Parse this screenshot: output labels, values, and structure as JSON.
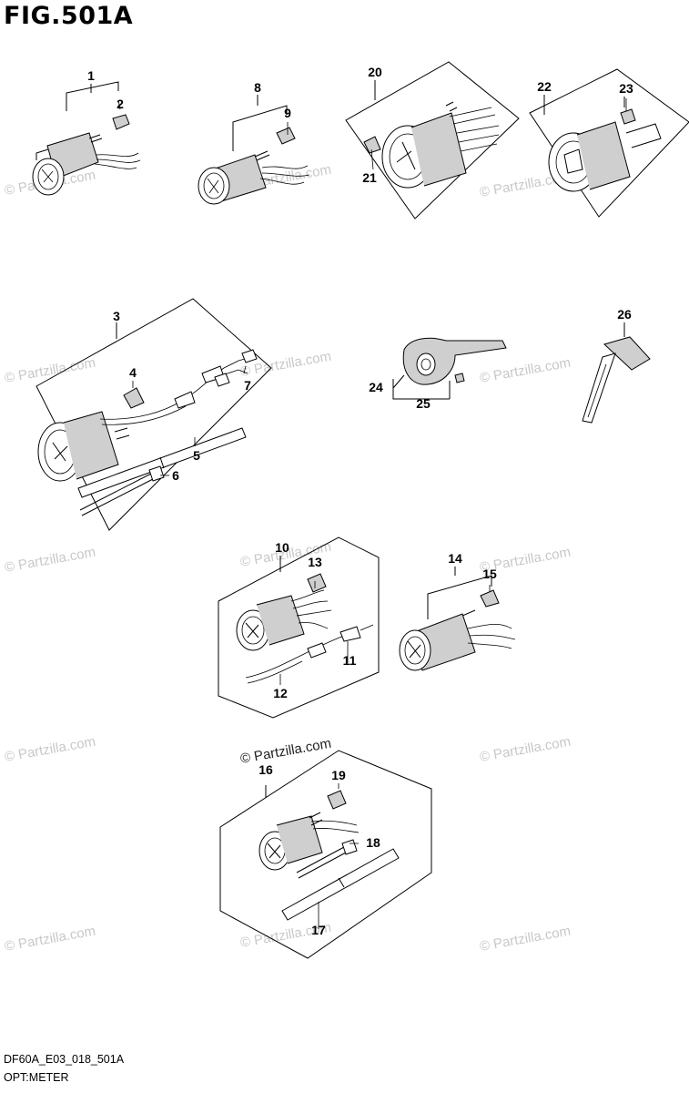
{
  "figure": {
    "title": "FIG.501A",
    "code": "DF60A_E03_018_501A",
    "subtitle": "OPT:METER"
  },
  "watermark": {
    "text": "© Partzilla.com"
  },
  "callouts": [
    {
      "id": "1",
      "label": "1"
    },
    {
      "id": "2",
      "label": "2"
    },
    {
      "id": "3",
      "label": "3"
    },
    {
      "id": "4",
      "label": "4"
    },
    {
      "id": "5",
      "label": "5"
    },
    {
      "id": "6",
      "label": "6"
    },
    {
      "id": "7",
      "label": "7"
    },
    {
      "id": "8",
      "label": "8"
    },
    {
      "id": "9",
      "label": "9"
    },
    {
      "id": "10",
      "label": "10"
    },
    {
      "id": "11",
      "label": "11"
    },
    {
      "id": "12",
      "label": "12"
    },
    {
      "id": "13",
      "label": "13"
    },
    {
      "id": "14",
      "label": "14"
    },
    {
      "id": "15",
      "label": "15"
    },
    {
      "id": "16",
      "label": "16"
    },
    {
      "id": "17",
      "label": "17"
    },
    {
      "id": "18",
      "label": "18"
    },
    {
      "id": "19",
      "label": "19"
    },
    {
      "id": "20",
      "label": "20"
    },
    {
      "id": "21",
      "label": "21"
    },
    {
      "id": "22",
      "label": "22"
    },
    {
      "id": "23",
      "label": "23"
    },
    {
      "id": "24",
      "label": "24"
    },
    {
      "id": "25",
      "label": "25"
    },
    {
      "id": "26",
      "label": "26"
    }
  ]
}
